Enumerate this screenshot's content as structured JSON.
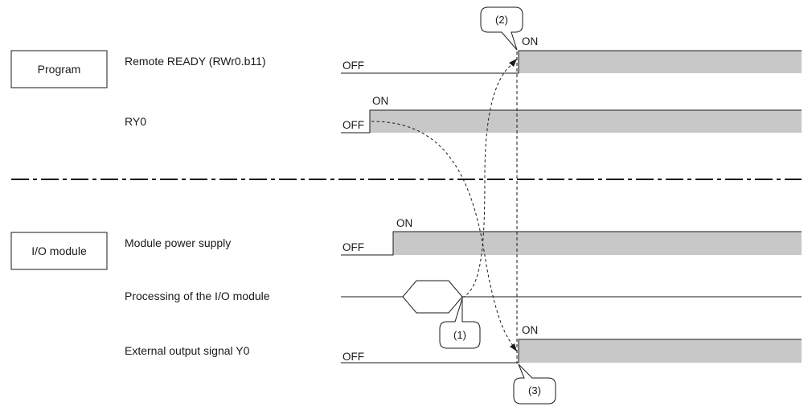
{
  "groups": {
    "program": "Program",
    "io_module": "I/O module"
  },
  "signals": {
    "remote_ready": "Remote READY (RWr0.b11)",
    "ry0": "RY0",
    "module_power": "Module power supply",
    "processing": "Processing of the I/O module",
    "ext_output": "External output signal Y0"
  },
  "states": {
    "on": "ON",
    "off": "OFF"
  },
  "callouts": {
    "c1": "(1)",
    "c2": "(2)",
    "c3": "(3)"
  },
  "colors": {
    "on_fill": "#c8c8c8",
    "line": "#1a1a1a"
  }
}
